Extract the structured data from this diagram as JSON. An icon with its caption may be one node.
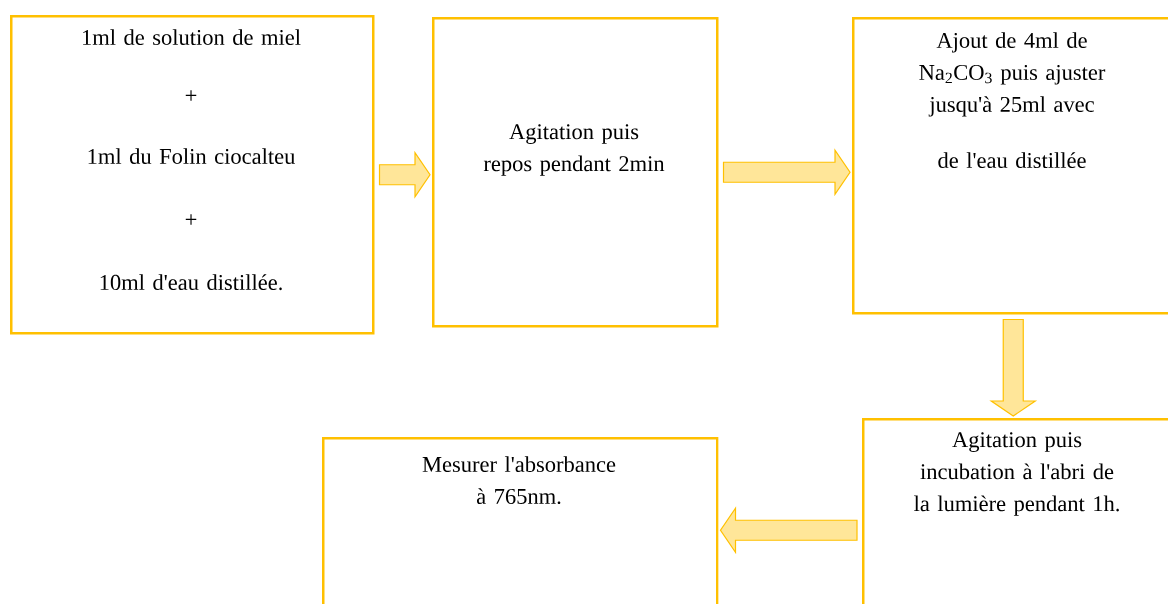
{
  "diagram": {
    "nodes": [
      {
        "text": [
          "1ml de solution de miel",
          "+",
          "1ml du Folin ciocalteu",
          "+",
          "10ml d'eau distillée."
        ]
      },
      {
        "text": [
          "Agitation puis repos pendant 2min"
        ]
      },
      {
        "text": [
          "Ajout de 4ml de Na$_{2}$CO$_{3}$ puis ajuster jusqu'à 25ml avec",
          "de l'eau distillée"
        ]
      },
      {
        "text": [
          "Agitation puis incubation à l'abri de la lumière pendant 1h."
        ]
      },
      {
        "text": [
          "Mesurer l'absorbance à 765nm."
        ]
      }
    ],
    "edges": [
      {
        "from": 0,
        "to": 1,
        "arrow": "to"
      },
      {
        "from": 1,
        "to": 2,
        "arrow": "to"
      },
      {
        "from": 2,
        "to": 3,
        "arrow": "to"
      },
      {
        "from": 3,
        "to": 4,
        "arrow": "to"
      }
    ]
  }
}
